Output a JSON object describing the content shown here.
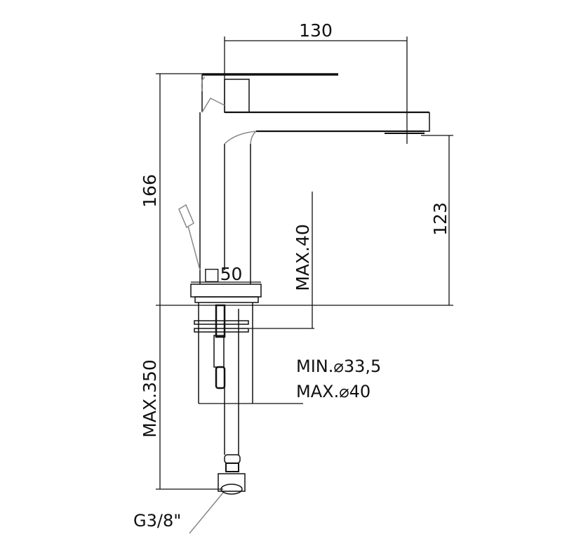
{
  "dimensions": {
    "width": "130",
    "total_height": "166",
    "spout_height": "123",
    "max_deck_thickness": "MAX.40",
    "base_square": "□50",
    "max_hose_length": "MAX.350",
    "hole_min": "MIN.⌀33,5",
    "hole_max": "MAX.⌀40",
    "connection": "G3/8\""
  },
  "colors": {
    "line": "#111111",
    "thin_line": "#888888"
  }
}
